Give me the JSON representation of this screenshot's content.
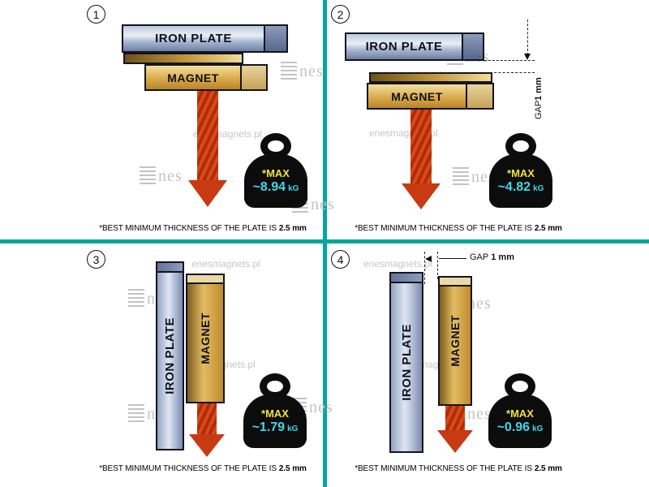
{
  "colors": {
    "divider": "#00a79b",
    "arrow_red": "#c73a12",
    "max_yellow": "#f2e23c",
    "value_cyan": "#40d7e8",
    "watermark_gray": "#c6c6c6"
  },
  "labels": {
    "iron_plate": "IRON PLATE",
    "magnet": "MAGNET",
    "max": "*MAX",
    "unit": "kG"
  },
  "gap": {
    "label": "GAP",
    "value": "1 mm"
  },
  "caption": {
    "text": "*BEST MINIMUM THICKNESS OF THE PLATE IS",
    "bold": "2.5 mm"
  },
  "watermark": {
    "site": "enesmagnets.pl",
    "logo_text": "nes"
  },
  "panels": [
    {
      "number": "1",
      "max_value": "~8.94"
    },
    {
      "number": "2",
      "max_value": "~4.82"
    },
    {
      "number": "3",
      "max_value": "~1.79"
    },
    {
      "number": "4",
      "max_value": "~0.96"
    }
  ]
}
